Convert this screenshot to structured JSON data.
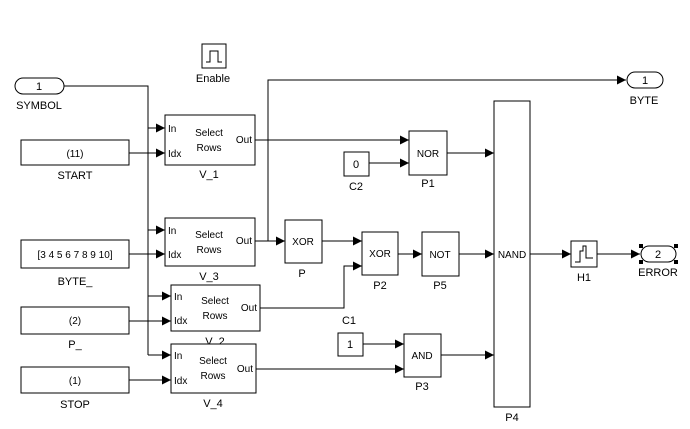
{
  "ports": {
    "symbol": {
      "num": "1",
      "label": "SYMBOL"
    },
    "byte_out": {
      "num": "1",
      "label": "BYTE"
    },
    "error_out": {
      "num": "2",
      "label": "ERROR"
    }
  },
  "enable": {
    "label": "Enable"
  },
  "constants": {
    "start": {
      "value": "(11)",
      "label": "START"
    },
    "byte_c": {
      "value": "[3 4 5 6 7 8 9 10]",
      "label": "BYTE_"
    },
    "p_c": {
      "value": "(2)",
      "label": "P_"
    },
    "stop": {
      "value": "(1)",
      "label": "STOP"
    },
    "c2": {
      "value": "0",
      "label": "C2"
    },
    "c1": {
      "value": "1",
      "label": "C1"
    }
  },
  "selectors": [
    {
      "label": "V_1",
      "title1": "Select",
      "title2": "Rows",
      "in": "In",
      "idx": "Idx",
      "out": "Out"
    },
    {
      "label": "V_3",
      "title1": "Select",
      "title2": "Rows",
      "in": "In",
      "idx": "Idx",
      "out": "Out"
    },
    {
      "label": "V_2",
      "title1": "Select",
      "title2": "Rows",
      "in": "In",
      "idx": "Idx",
      "out": "Out"
    },
    {
      "label": "V_4",
      "title1": "Select",
      "title2": "Rows",
      "in": "In",
      "idx": "Idx",
      "out": "Out"
    }
  ],
  "gates": {
    "p": {
      "op": "XOR",
      "label": "P"
    },
    "p2": {
      "op": "XOR",
      "label": "P2"
    },
    "p5": {
      "op": "NOT",
      "label": "P5"
    },
    "p1": {
      "op": "NOR",
      "label": "P1"
    },
    "p3": {
      "op": "AND",
      "label": "P3"
    },
    "p4": {
      "op": "NAND",
      "label": "P4"
    }
  },
  "h1": {
    "label": "H1"
  }
}
